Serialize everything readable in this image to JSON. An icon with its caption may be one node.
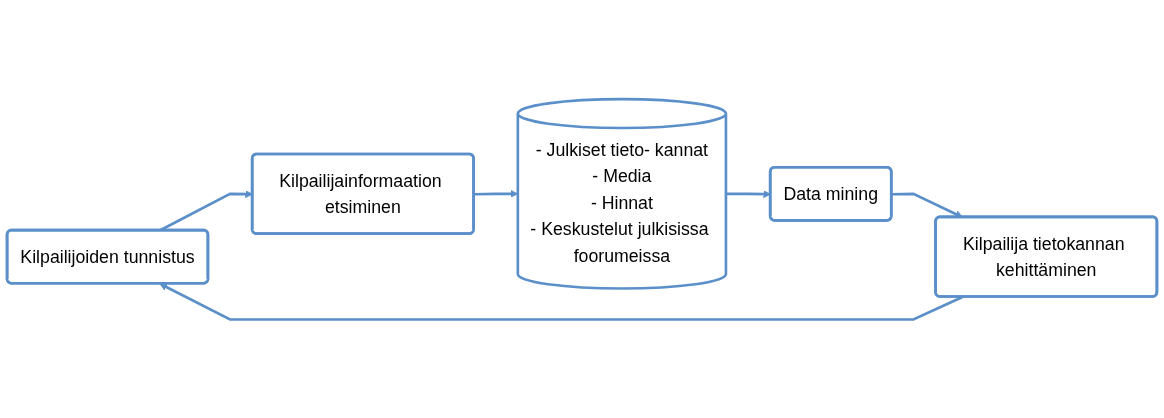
{
  "diagram": {
    "nodes": [
      {
        "text": [
          "Kilpailijoiden tunnistus"
        ]
      },
      {
        "text": [
          "Kilpailijainformaation etsiminen"
        ]
      },
      {
        "text": [
          "- Julkiset tieto- kannat",
          "- Media",
          "- Hinnat",
          "- Keskustelut julkisissa foorumeissa"
        ]
      },
      {
        "text": [
          "Data mining"
        ]
      },
      {
        "text": [
          "Kilpailija tietokannan kehittäminen"
        ]
      }
    ],
    "edges": [
      {
        "from": 0,
        "to": 1,
        "arrow": "to"
      },
      {
        "from": 1,
        "to": 2,
        "arrow": "to"
      },
      {
        "from": 2,
        "to": 3,
        "arrow": "to"
      },
      {
        "from": 3,
        "to": 4,
        "arrow": "to"
      },
      {
        "from": 4,
        "to": 0,
        "arrow": "to"
      }
    ]
  }
}
